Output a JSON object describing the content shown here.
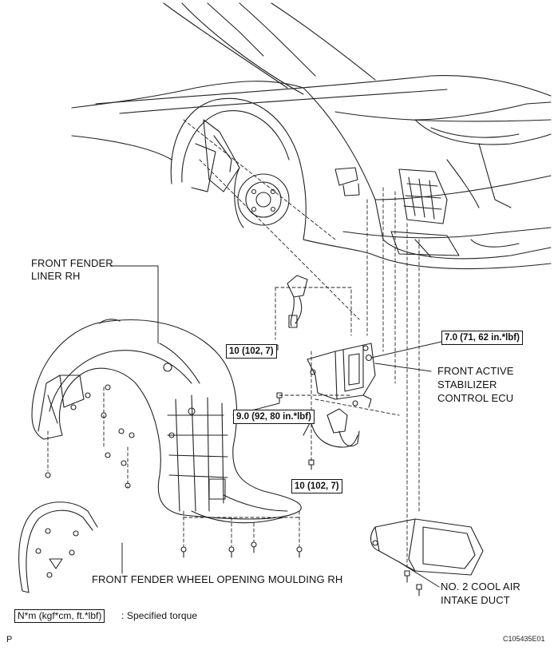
{
  "labels": {
    "front_fender_liner_line1": "FRONT FENDER",
    "front_fender_liner_line2": "LINER RH",
    "front_active_line1": "FRONT ACTIVE",
    "front_active_line2": "STABILIZER",
    "front_active_line3": "CONTROL ECU",
    "moulding": "FRONT FENDER WHEEL OPENING MOULDING RH",
    "duct_line1": "NO. 2 COOL AIR",
    "duct_line2": "INTAKE DUCT"
  },
  "torques": {
    "t1": "10 (102, 7)",
    "t2": "7.0 (71, 62 in.*lbf)",
    "t3": "9.0 (92, 80 in.*lbf)",
    "t4": "10 (102, 7)"
  },
  "legend": {
    "unit_box": "N*m (kgf*cm, ft.*lbf)",
    "unit_text": ": Specified torque"
  },
  "footer": {
    "corner_letter": "P",
    "figure_id": "C105435E01"
  }
}
